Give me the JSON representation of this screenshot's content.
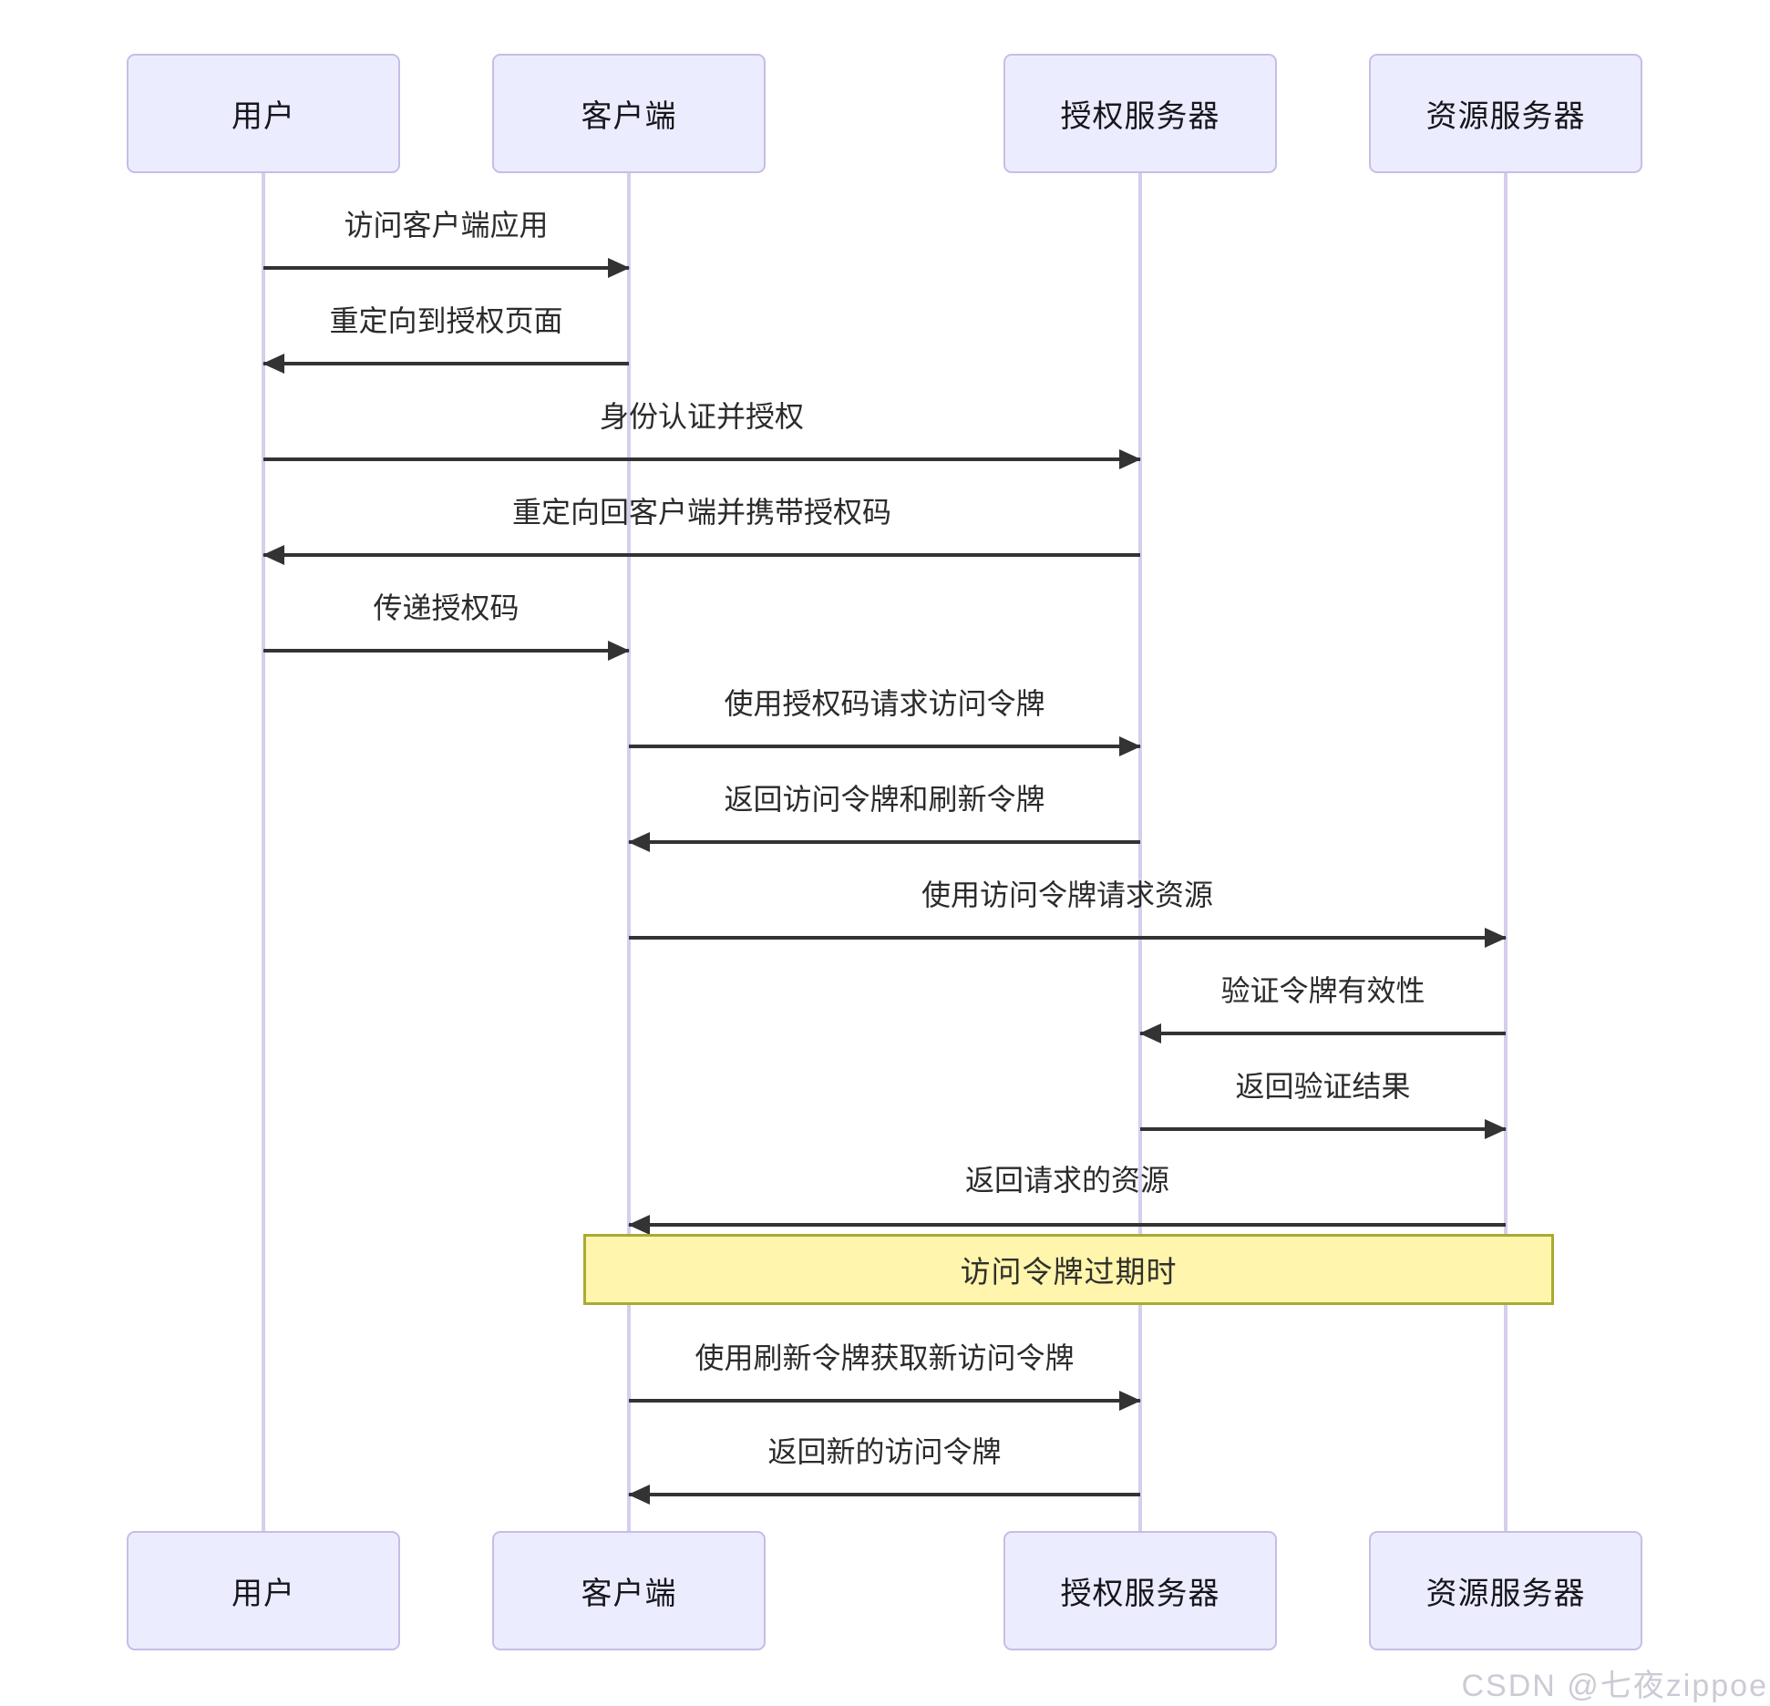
{
  "diagram": {
    "type": "sequence",
    "actors": [
      {
        "id": "user",
        "label": "用户"
      },
      {
        "id": "client",
        "label": "客户端"
      },
      {
        "id": "auth-server",
        "label": "授权服务器"
      },
      {
        "id": "resource-server",
        "label": "资源服务器"
      }
    ],
    "messages": [
      {
        "from": "用户",
        "to": "客户端",
        "direction": "right",
        "label": "访问客户端应用"
      },
      {
        "from": "客户端",
        "to": "用户",
        "direction": "left",
        "label": "重定向到授权页面"
      },
      {
        "from": "用户",
        "to": "授权服务器",
        "direction": "right",
        "label": "身份认证并授权"
      },
      {
        "from": "授权服务器",
        "to": "用户",
        "direction": "left",
        "label": "重定向回客户端并携带授权码"
      },
      {
        "from": "用户",
        "to": "客户端",
        "direction": "right",
        "label": "传递授权码"
      },
      {
        "from": "客户端",
        "to": "授权服务器",
        "direction": "right",
        "label": "使用授权码请求访问令牌"
      },
      {
        "from": "授权服务器",
        "to": "客户端",
        "direction": "left",
        "label": "返回访问令牌和刷新令牌"
      },
      {
        "from": "客户端",
        "to": "资源服务器",
        "direction": "right",
        "label": "使用访问令牌请求资源"
      },
      {
        "from": "资源服务器",
        "to": "授权服务器",
        "direction": "left",
        "label": "验证令牌有效性"
      },
      {
        "from": "授权服务器",
        "to": "资源服务器",
        "direction": "right",
        "label": "返回验证结果"
      },
      {
        "from": "资源服务器",
        "to": "客户端",
        "direction": "left",
        "label": "返回请求的资源"
      },
      {
        "from": "客户端",
        "to": "授权服务器",
        "direction": "right",
        "label": "使用刷新令牌获取新访问令牌"
      },
      {
        "from": "授权服务器",
        "to": "客户端",
        "direction": "left",
        "label": "返回新的访问令牌"
      }
    ],
    "note": {
      "over": [
        "客户端",
        "资源服务器"
      ],
      "label": "访问令牌过期时"
    },
    "colors": {
      "actor_fill": "#ECECFF",
      "actor_border": "#C6BDE6",
      "lifeline": "#D6CEEC",
      "note_fill": "#FFF5AD",
      "note_border": "#AAAA33",
      "arrow": "#333333"
    }
  },
  "watermark": {
    "label": "CSDN @七夜zippoe"
  }
}
